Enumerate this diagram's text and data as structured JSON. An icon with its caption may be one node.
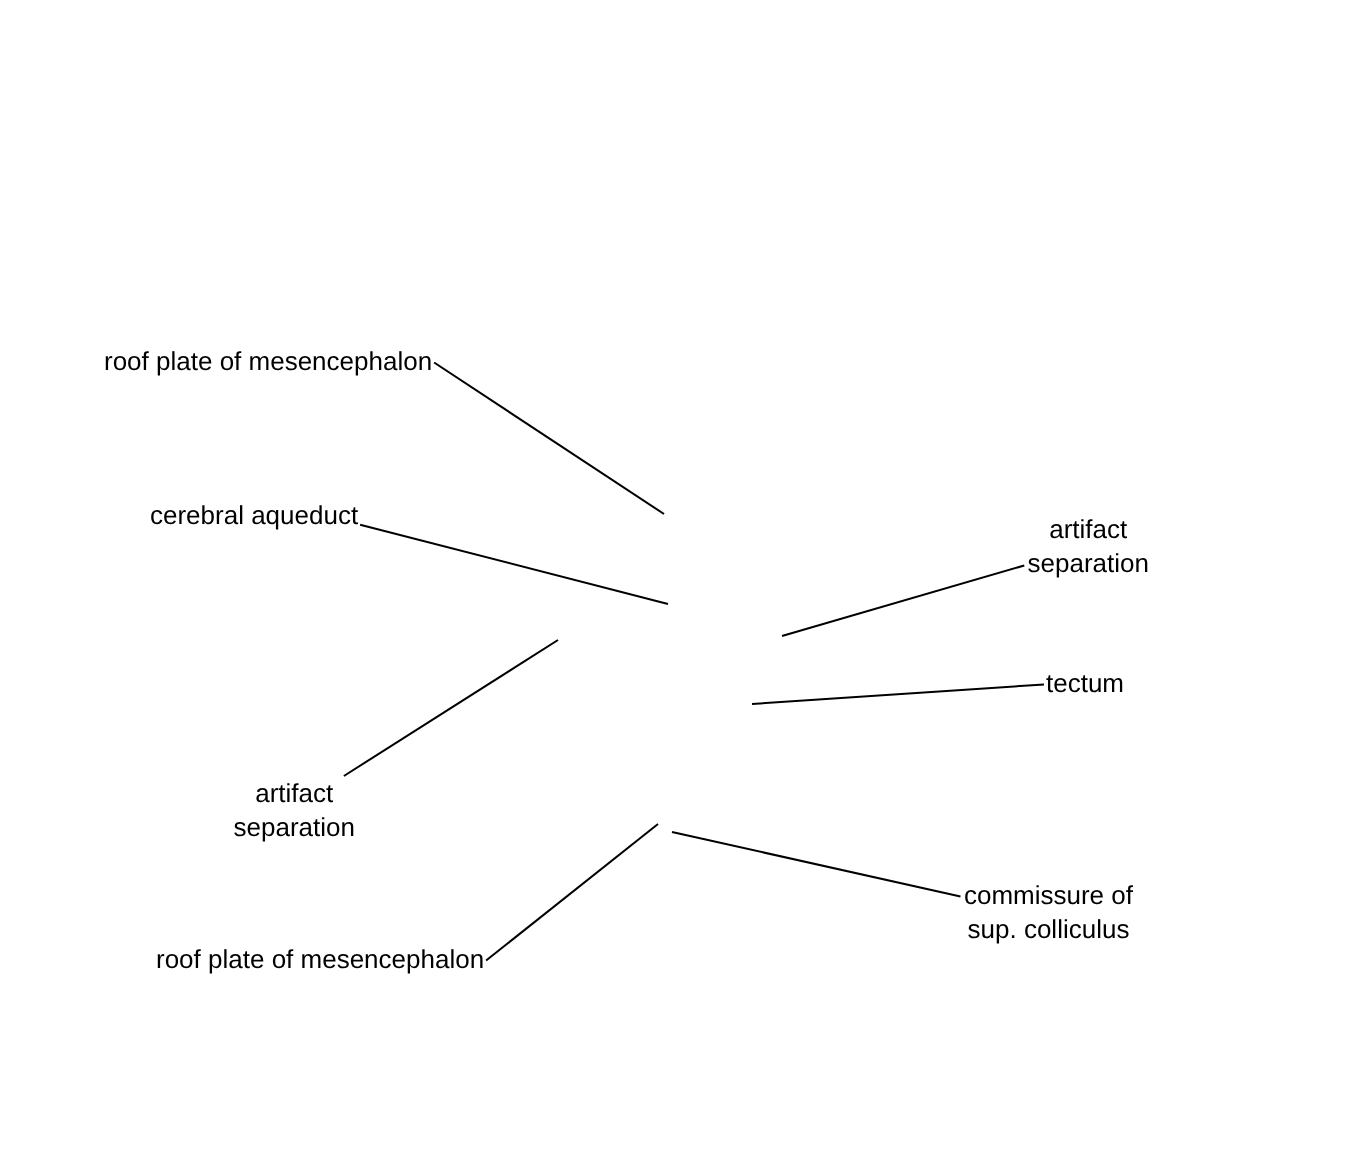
{
  "diagram": {
    "nodes": [
      {
        "text": [
          "roof plate of mesencephalon"
        ]
      },
      {
        "text": [
          "cerebral aqueduct"
        ]
      },
      {
        "text": [
          "artifact separation"
        ]
      },
      {
        "text": [
          "tectum"
        ]
      },
      {
        "text": [
          "artifact separation"
        ]
      },
      {
        "text": [
          "commissure of sup. colliculus"
        ]
      },
      {
        "text": [
          "roof plate of mesencephalon"
        ]
      }
    ],
    "edges": [
      {
        "from": 0,
        "to": null,
        "arrow": "none"
      },
      {
        "from": 1,
        "to": null,
        "arrow": "none"
      },
      {
        "from": 2,
        "to": null,
        "arrow": "none"
      },
      {
        "from": 3,
        "to": null,
        "arrow": "none"
      },
      {
        "from": 4,
        "to": null,
        "arrow": "none"
      },
      {
        "from": 5,
        "to": null,
        "arrow": "none"
      },
      {
        "from": 6,
        "to": null,
        "arrow": "none"
      }
    ]
  }
}
